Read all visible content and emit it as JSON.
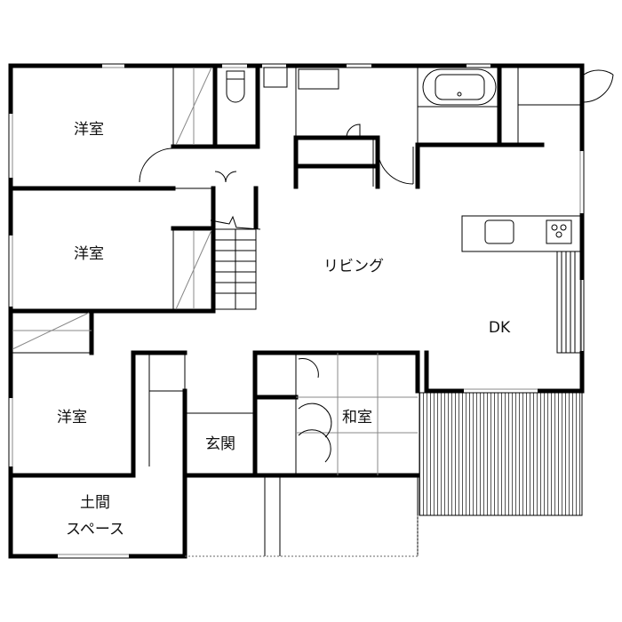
{
  "floor_plan": {
    "rooms": {
      "western_room_1": "洋室",
      "western_room_2": "洋室",
      "western_room_3": "洋室",
      "living": "リビング",
      "dk": "DK",
      "japanese_room": "和室",
      "entrance": "玄関",
      "earthen_floor_line1": "土間",
      "earthen_floor_line2": "スペース"
    }
  }
}
